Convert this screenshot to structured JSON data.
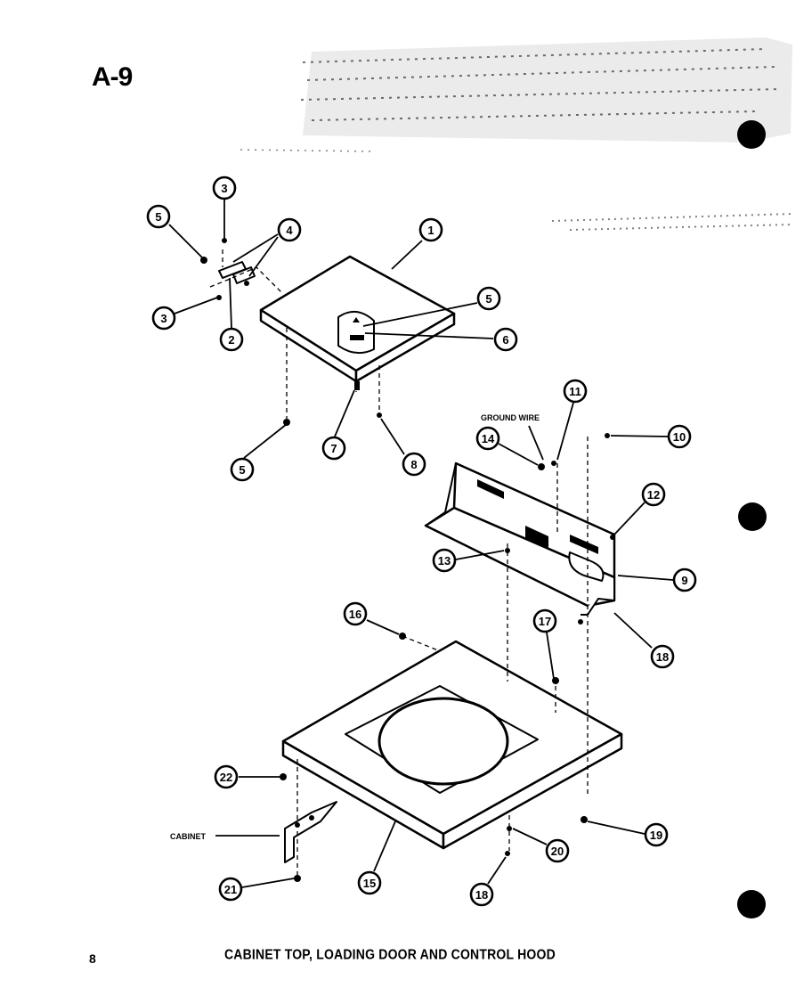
{
  "sheet": {
    "label": "A-9",
    "page_number": "8",
    "caption": "CABINET TOP, LOADING DOOR AND CONTROL HOOD"
  },
  "notes": {
    "ground_wire": "GROUND WIRE",
    "cabinet": "CABINET"
  },
  "callouts": [
    {
      "number": "1"
    },
    {
      "number": "2"
    },
    {
      "number": "3"
    },
    {
      "number": "3"
    },
    {
      "number": "4"
    },
    {
      "number": "5"
    },
    {
      "number": "5"
    },
    {
      "number": "5"
    },
    {
      "number": "6"
    },
    {
      "number": "7"
    },
    {
      "number": "8"
    },
    {
      "number": "9"
    },
    {
      "number": "10"
    },
    {
      "number": "11"
    },
    {
      "number": "12"
    },
    {
      "number": "13"
    },
    {
      "number": "14"
    },
    {
      "number": "15"
    },
    {
      "number": "16"
    },
    {
      "number": "17"
    },
    {
      "number": "18"
    },
    {
      "number": "19"
    },
    {
      "number": "20"
    },
    {
      "number": "21"
    },
    {
      "number": "22"
    },
    {
      "number": "18"
    }
  ]
}
